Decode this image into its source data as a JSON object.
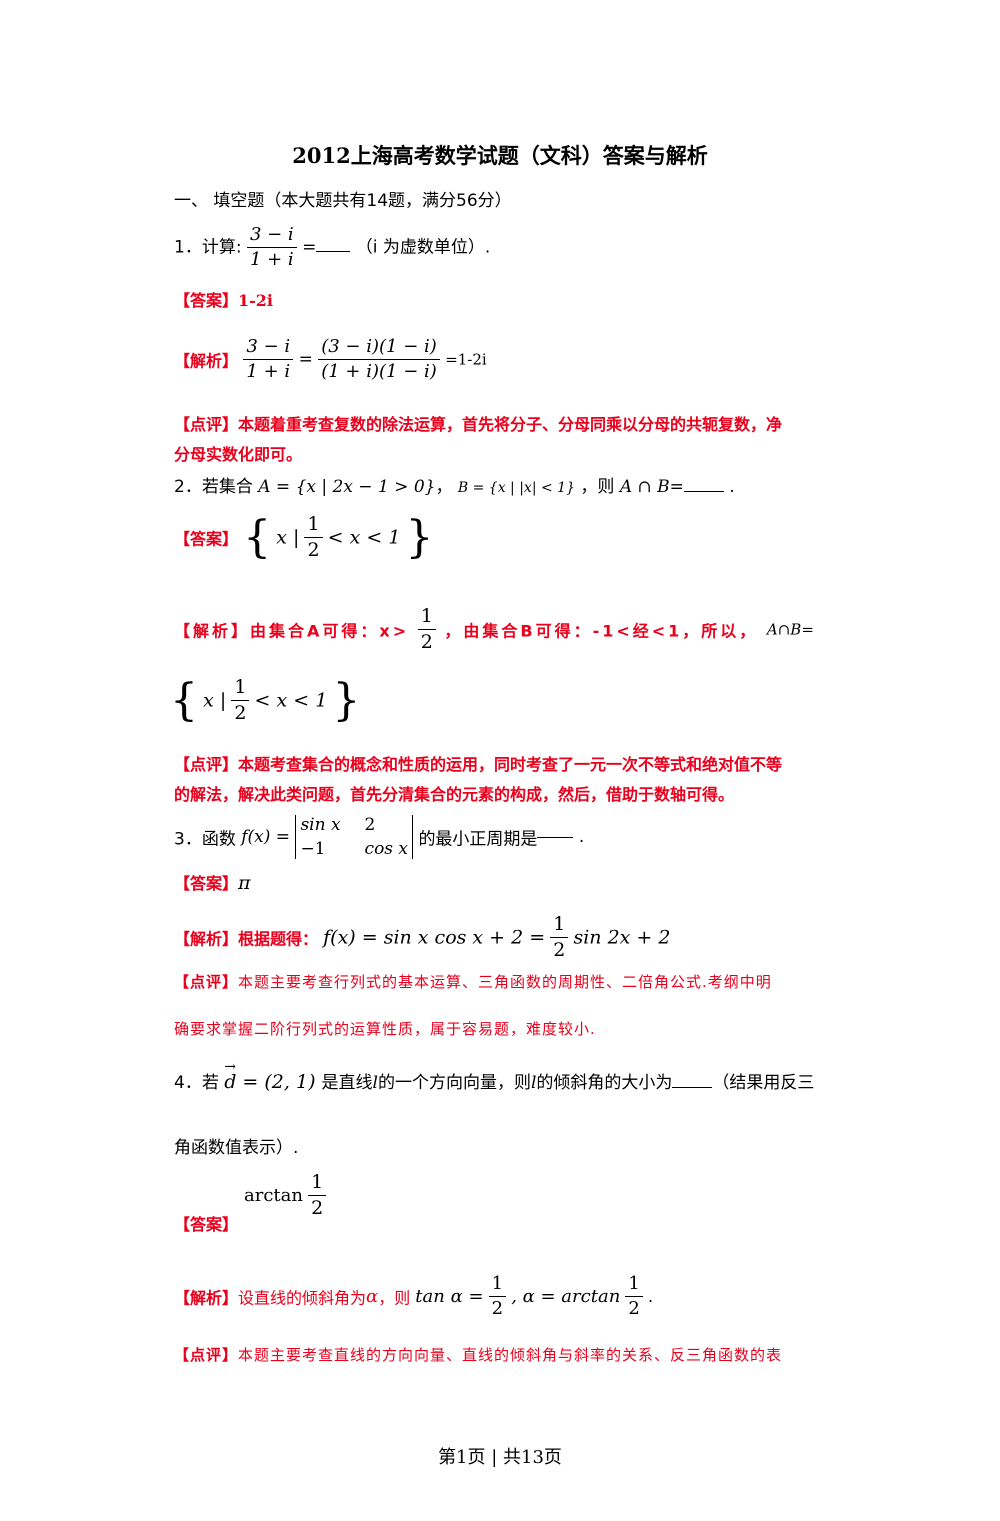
{
  "title": "2012上海高考数学试题（文科）答案与解析",
  "section": "一、  填空题（本大题共有14题，满分56分）",
  "labels": {
    "answer": "【答案】",
    "analysis": "【解析】",
    "comment": "【点评】"
  },
  "q1": {
    "lead": "1．计算:",
    "num": "3 − i",
    "den": "1 + i",
    "tail": "（i 为虚数单位）.",
    "answer": "1-2i",
    "analysis_num1": "3 − i",
    "analysis_den1": "1 + i",
    "analysis_num2": "(3 − i)(1 − i)",
    "analysis_den2": "(1 + i)(1 − i)",
    "analysis_result": "=1-2i",
    "comment_1": "本题着重考查复数的除法运算，首先将分子、分母同乘以分母的共轭复数，净",
    "comment_2": "分母实数化即可。"
  },
  "q2": {
    "lead": "2．若集合",
    "setA": "A = {x | 2x − 1 > 0}",
    "setB": "B = {x | |x| < 1}",
    "tail": "，则",
    "intersection": "A ∩ B",
    "answer_set": "x |",
    "answer_ineq": "< x < 1",
    "analysis_1": "由集合A可得：x>",
    "analysis_2": "，由集合B可得：-1<经<1，所以，",
    "analysis_sym": "A∩B=",
    "comment_1": "本题考查集合的概念和性质的运用，同时考查了一元一次不等式和绝对值不等",
    "comment_2": "的解法，解决此类问题，首先分清集合的元素的构成，然后，借助于数轴可得。"
  },
  "q3": {
    "lead": "3．函数",
    "fx": "f(x) =",
    "m11": "sin x",
    "m12": "2",
    "m21": "−1",
    "m22": "cos x",
    "tail": "的最小正周期是",
    "answer": "π",
    "analysis_lead": "根据题得：",
    "analysis_expr1": "f(x) = sin x cos x + 2 =",
    "analysis_expr2": "sin 2x + 2",
    "comment_1": "本题主要考查行列式的基本运算、三角函数的周期性、二倍角公式.考纲中明",
    "comment_2": "确要求掌握二阶行列式的运算性质，属于容易题，难度较小."
  },
  "q4": {
    "lead": "4．若",
    "vec": "d = (2, 1)",
    "mid1": "是直线",
    "l": "l",
    "mid2": "的一个方向向量，则",
    "mid3": "的倾斜角的大小为",
    "tail1": "（结果用反三",
    "tail2": "角函数值表示）.",
    "answer_expr": "arctan",
    "analysis_1": "设直线的倾斜角为",
    "alpha": "α",
    "analysis_2": "，则",
    "analysis_expr1": "tan α =",
    "analysis_expr2": ", α = arctan",
    "comment_1": "本题主要考查直线的方向向量、直线的倾斜角与斜率的关系、反三角函数的表"
  },
  "frac_half": {
    "num": "1",
    "den": "2"
  },
  "footer": "第1页 | 共13页"
}
